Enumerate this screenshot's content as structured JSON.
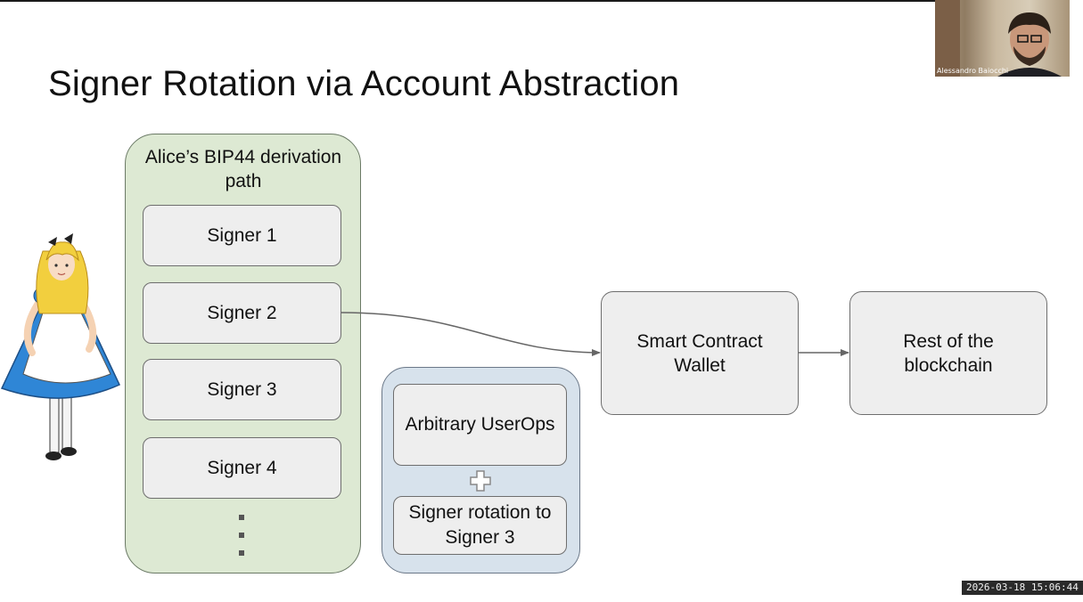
{
  "slide": {
    "title": "Signer Rotation via Account Abstraction"
  },
  "derivation_group": {
    "label": "Alice’s BIP44 derivation path",
    "signers": [
      "Signer 1",
      "Signer 2",
      "Signer 3",
      "Signer 4"
    ]
  },
  "userop_group": {
    "box_top": "Arbitrary UserOps",
    "box_bottom": "Signer rotation to Signer 3"
  },
  "flow": {
    "wallet": "Smart Contract Wallet",
    "rest": "Rest of the blockchain"
  },
  "webcam": {
    "name": "Alessandro Baiocchi"
  },
  "timestamp": "2026-03-18 15:06:44",
  "icons": [
    "plus-icon",
    "alice-illustration"
  ],
  "colors": {
    "derivation_group_fill": "#dde9d3",
    "userop_group_fill": "#d7e2ec",
    "node_fill": "#eeeeee",
    "alice_dress": "#2f86d6"
  }
}
